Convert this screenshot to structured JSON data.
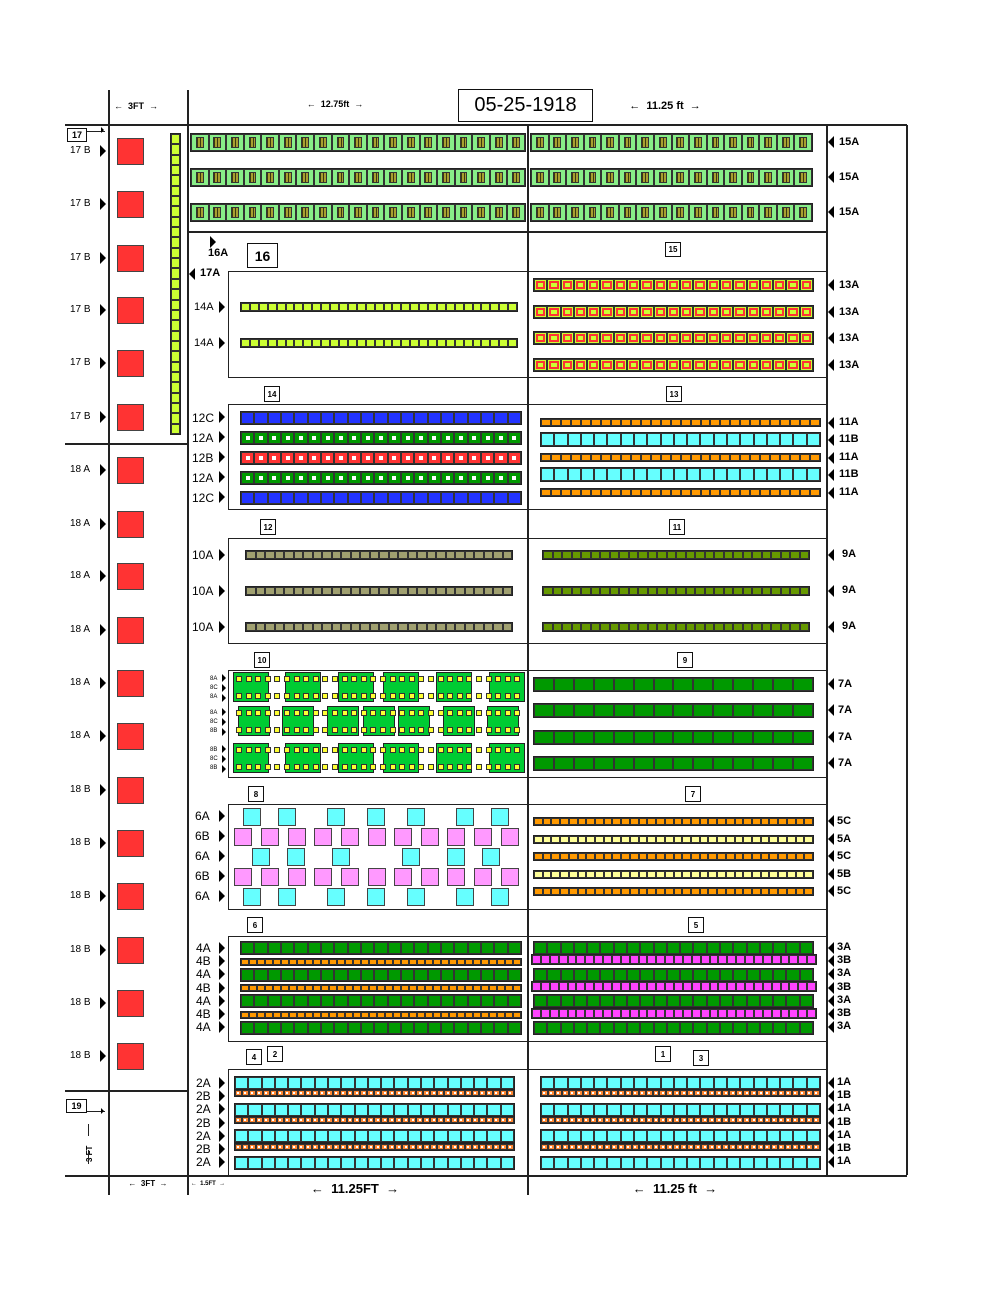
{
  "header": {
    "date": "05-25-1918",
    "dim_left": "3FT",
    "dim_mid": "12.75ft",
    "dim_right": "11.25 ft"
  },
  "footer": {
    "dim_left": "3FT",
    "dim_aisle": "1.5FT",
    "dim_mid": "11.25FT",
    "dim_right": "11.25 ft",
    "dim_vertical": "3 FT"
  },
  "markers": {
    "m17": "17",
    "m19": "19",
    "m16": "16",
    "m16a": "16A",
    "m17a": "17A",
    "b15": "15",
    "b14": "14",
    "b13": "13",
    "b12": "12",
    "b11": "11",
    "b10": "10",
    "b9": "9",
    "b8": "8",
    "b7": "7",
    "b6": "6",
    "b5": "5",
    "b4": "4",
    "b2": "2",
    "b1": "1",
    "b3": "3"
  },
  "left_column": [
    "17 B",
    "17 B",
    "17 B",
    "17 B",
    "17 B",
    "17 B",
    "18 A",
    "18 A",
    "18 A",
    "18 A",
    "18 A",
    "18 A",
    "18 B",
    "18 B",
    "18 B",
    "18 B",
    "18 B",
    "18 B"
  ],
  "rows": {
    "r15": [
      {
        "label": "15A",
        "type": "c15"
      },
      {
        "label": "15A",
        "type": "c15"
      },
      {
        "label": "15A",
        "type": "c15"
      }
    ],
    "r14": [
      {
        "label": "14A",
        "type": "lime",
        "count": 31
      },
      {
        "label": "14A",
        "type": "lime",
        "count": 31
      }
    ],
    "r13": [
      {
        "label": "13A",
        "type": "c13",
        "count": 21
      },
      {
        "label": "13A",
        "type": "c13",
        "count": 21
      },
      {
        "label": "13A",
        "type": "c13",
        "count": 21
      },
      {
        "label": "13A",
        "type": "c13",
        "count": 21
      }
    ],
    "r12": [
      {
        "label": "12C",
        "type": "blue",
        "count": 21
      },
      {
        "label": "12A",
        "type": "greendot",
        "count": 21
      },
      {
        "label": "12B",
        "type": "reddot",
        "count": 21
      },
      {
        "label": "12A",
        "type": "greendot",
        "count": 21
      },
      {
        "label": "12C",
        "type": "blue",
        "count": 21
      }
    ],
    "r11": [
      {
        "label": "11A",
        "type": "orange",
        "count": 28
      },
      {
        "label": "11B",
        "type": "cyan",
        "count": 21
      },
      {
        "label": "11A",
        "type": "orange",
        "count": 28
      },
      {
        "label": "11B",
        "type": "cyan",
        "count": 21
      },
      {
        "label": "11A",
        "type": "orange",
        "count": 28
      }
    ],
    "r10": [
      {
        "label": "10A",
        "type": "olive",
        "count": 28
      },
      {
        "label": "10A",
        "type": "olive",
        "count": 28
      },
      {
        "label": "10A",
        "type": "olive",
        "count": 28
      }
    ],
    "r9": [
      {
        "label": "9A",
        "type": "dkgreen",
        "count": 28
      },
      {
        "label": "9A",
        "type": "dkgreen",
        "count": 28
      },
      {
        "label": "9A",
        "type": "dkgreen",
        "count": 28
      }
    ],
    "r8": [
      {
        "label": "8A 8C 8A"
      },
      {
        "label": "8A 8C 8B"
      },
      {
        "label": "8B 8C 8B"
      }
    ],
    "r7": [
      {
        "label": "7A",
        "type": "green",
        "count": 14
      },
      {
        "label": "7A",
        "type": "green",
        "count": 14
      },
      {
        "label": "7A",
        "type": "green",
        "count": 14
      },
      {
        "label": "7A",
        "type": "green",
        "count": 14
      }
    ],
    "r6": [
      {
        "label": "6A"
      },
      {
        "label": "6B"
      },
      {
        "label": "6A"
      },
      {
        "label": "6B"
      },
      {
        "label": "6A"
      }
    ],
    "r5": [
      {
        "label": "5C",
        "type": "orange",
        "count": 32
      },
      {
        "label": "5A",
        "type": "pyellow",
        "count": 32
      },
      {
        "label": "5C",
        "type": "orange",
        "count": 32
      },
      {
        "label": "5B",
        "type": "pyellow",
        "count": 32
      },
      {
        "label": "5C",
        "type": "orange",
        "count": 32
      }
    ],
    "r4": [
      {
        "label": "4A",
        "type": "green",
        "count": 21
      },
      {
        "label": "4B",
        "type": "orange",
        "count": 35
      },
      {
        "label": "4A",
        "type": "green",
        "count": 21
      },
      {
        "label": "4B",
        "type": "orange",
        "count": 35
      },
      {
        "label": "4A",
        "type": "green",
        "count": 21
      },
      {
        "label": "4B",
        "type": "orange",
        "count": 35
      },
      {
        "label": "4A",
        "type": "green",
        "count": 21
      }
    ],
    "r3": [
      {
        "label": "3A",
        "type": "green",
        "count": 21
      },
      {
        "label": "3B",
        "type": "magenta",
        "count": 32
      },
      {
        "label": "3A",
        "type": "green",
        "count": 21
      },
      {
        "label": "3B",
        "type": "magenta",
        "count": 32
      },
      {
        "label": "3A",
        "type": "green",
        "count": 21
      },
      {
        "label": "3B",
        "type": "magenta",
        "count": 32
      },
      {
        "label": "3A",
        "type": "green",
        "count": 21
      }
    ],
    "r2": [
      {
        "label": "2A",
        "type": "cyan",
        "count": 21
      },
      {
        "label": "2B",
        "type": "orangedot",
        "count": 40
      },
      {
        "label": "2A",
        "type": "cyan",
        "count": 21
      },
      {
        "label": "2B",
        "type": "orangedot",
        "count": 40
      },
      {
        "label": "2A",
        "type": "cyan",
        "count": 21
      },
      {
        "label": "2B",
        "type": "orangedot",
        "count": 40
      },
      {
        "label": "2A",
        "type": "cyan",
        "count": 21
      }
    ],
    "r1": [
      {
        "label": "1A",
        "type": "cyan",
        "count": 21
      },
      {
        "label": "1B",
        "type": "orangedot",
        "count": 40
      },
      {
        "label": "1A",
        "type": "cyan",
        "count": 21
      },
      {
        "label": "1B",
        "type": "orangedot",
        "count": 40
      },
      {
        "label": "1A",
        "type": "cyan",
        "count": 21
      },
      {
        "label": "1B",
        "type": "orangedot",
        "count": 40
      },
      {
        "label": "1A",
        "type": "cyan",
        "count": 21
      }
    ]
  },
  "colors": {
    "red_block": "#ff3333",
    "cyan": "#66ffff",
    "pink": "#ff99ff",
    "green": "#009900",
    "yellow_dot": "#ffff33",
    "lime": "#ccff33"
  }
}
